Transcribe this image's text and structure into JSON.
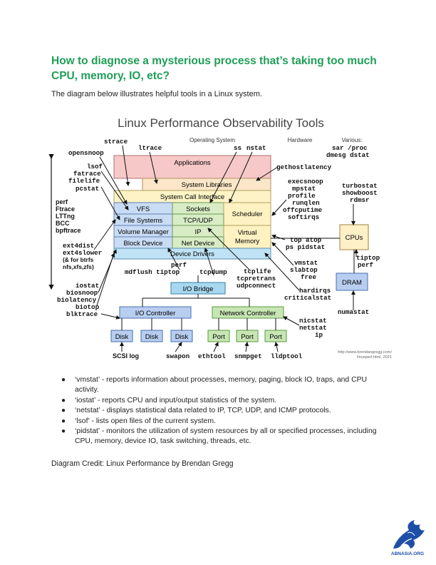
{
  "heading": "How to diagnose a mysterious process that’s taking too much CPU, memory, IO, etc?",
  "intro": "The diagram below illustrates helpful tools in a Linux system.",
  "diagram": {
    "title": "Linux Performance Observability Tools",
    "section_labels": {
      "os": "Operating System",
      "hw": "Hardware",
      "various": "Various:"
    },
    "layers": {
      "applications": "Applications",
      "system_libraries": "System Libraries",
      "syscall_interface": "System Call Interface",
      "vfs": "VFS",
      "sockets": "Sockets",
      "scheduler": "Scheduler",
      "file_systems": "File Systems",
      "tcp_udp": "TCP/UDP",
      "volume_manager": "Volume Manager",
      "ip": "IP",
      "virtual_memory_1": "Virtual",
      "virtual_memory_2": "Memory",
      "block_device": "Block Device",
      "net_device": "Net Device",
      "device_drivers": "Device Drivers",
      "io_bridge": "I/O Bridge",
      "io_controller": "I/O Controller",
      "network_controller": "Network Controller",
      "disk": "Disk",
      "port": "Port",
      "cpus": "CPUs",
      "dram": "DRAM"
    },
    "tools": {
      "strace": "strace",
      "ltrace": "ltrace",
      "ss": "ss",
      "nstat": "nstat",
      "various_1": "sar /proc",
      "various_2": "dmesg dstat",
      "opensnoop": "opensnoop",
      "lsof": "lsof",
      "fatrace": "fatrace",
      "filelife": "filelife",
      "pcstat": "pcstat",
      "perf_left": "perf",
      "ftrace": "Ftrace",
      "lttng": "LTTng",
      "bcc": "BCC",
      "bpftrace": "bpftrace",
      "ext4dist": "ext4dist",
      "ext4slower": "ext4slower",
      "ext4_note_1": "(& for btrfs",
      "ext4_note_2": "nfs,xfs,zfs)",
      "iostat": "iostat",
      "biosnoop": "biosnoop",
      "biolatency": "biolatency",
      "biotop": "biotop",
      "blktrace": "blktrace",
      "gethostlatency": "gethostlatency",
      "execsnoop": "execsnoop",
      "mpstat": "mpstat",
      "profile": "profile",
      "runqlen": "runqlen",
      "offcputime": "offcputime",
      "softirqs": "softirqs",
      "turbostat": "turbostat",
      "showboost": "showboost",
      "rdmsr": "rdmsr",
      "top_atop": "top atop",
      "ps_pidstat": "ps pidstat",
      "tiptop_r": "tiptop",
      "perf_r": "perf",
      "vmstat": "vmstat",
      "slabtop": "slabtop",
      "free": "free",
      "hardirqs": "hardirqs",
      "criticalstat": "criticalstat",
      "numastat": "numastat",
      "perf_mid": "perf",
      "mdflush_tiptop": "mdflush tiptop",
      "tcpdump": "tcpdump",
      "tcplife": "tcplife",
      "tcpretrans": "tcpretrans",
      "udpconnect": "udpconnect",
      "nicstat": "nicstat",
      "netstat": "netstat",
      "ip_tool": "ip",
      "scsi_log": "SCSI log",
      "swapon": "swapon",
      "ethtool": "ethtool",
      "snmpget": "snmpget",
      "lldptool": "lldptool"
    },
    "source_1": "http://www.brendangregg.com/",
    "source_2": "linuxperf.html, 2021"
  },
  "bullets": [
    "‘vmstat’ - reports information about processes, memory, paging, block IO, traps, and CPU activity.",
    "‘iostat’ - reports CPU and input/output statistics of the system.",
    "‘netstat’ - displays statistical data related to IP, TCP, UDP, and ICMP protocols.",
    "‘lsof’ - lists open files of the current system.",
    "‘pidstat’ - monitors the utilization of system resources by all or specified processes, including CPU, memory, device IO, task switching, threads, etc."
  ],
  "bullet_symbol": "●",
  "credit": "Diagram Credit: Linux Performance by Brendan Gregg",
  "logo_text": "ABNASIA.ORG",
  "colors": {
    "heading": "#1f9e57",
    "applications": "#f6c8c8",
    "libraries": "#fbe6c8",
    "syscall": "#fdf3c6",
    "kernel_blue": "#c9dcf5",
    "kernel_green": "#d8ecc6",
    "scheduler": "#fff2c2",
    "drivers": "#bfe2f5",
    "io_bridge": "#a8d8f0",
    "io_controller": "#b8cef0",
    "network_controller": "#c8e6b4",
    "cpu": "#fff0c8",
    "logo": "#1e4fa8"
  }
}
